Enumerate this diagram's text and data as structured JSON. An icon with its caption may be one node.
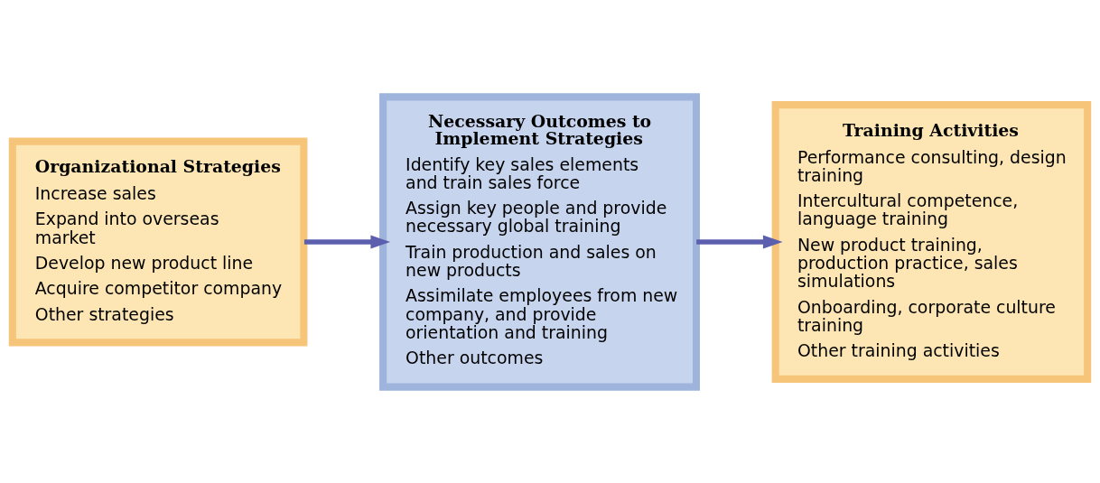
{
  "diagram": {
    "nodes": [
      {
        "text": [
          "Organizational Strategies",
          "Increase sales",
          "Expand into overseas market",
          "Develop new product line",
          "Acquire competitor company",
          "Other strategies"
        ]
      },
      {
        "text": [
          "Necessary Outcomes to Implement Strategies",
          "Identify key sales elements and train sales force",
          "Assign key people and provide necessary global training",
          "Train production and sales on new products",
          "Assimilate employees from new company, and provide orientation and training",
          "Other outcomes"
        ]
      },
      {
        "text": [
          "Training Activities",
          "Performance consulting, design training",
          "Intercultural competence, language training",
          "New product training, production practice, sales simulations",
          "Onboarding, corporate culture training",
          "Other training activities"
        ]
      }
    ],
    "edges": [
      {
        "from": 0,
        "to": 1,
        "arrow": "to"
      },
      {
        "from": 1,
        "to": 2,
        "arrow": "to"
      }
    ]
  }
}
